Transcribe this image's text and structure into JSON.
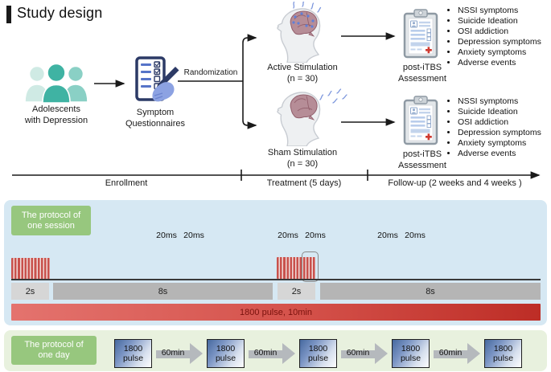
{
  "title": "Study design",
  "flow": {
    "population": "Adolescents\nwith Depression",
    "questionnaires": "Symptom\nQuestionnaires",
    "randomization": "Randomization",
    "active_arm": {
      "name": "Active Stimulation",
      "n": "(n = 30)"
    },
    "sham_arm": {
      "name": "Sham Stimulation",
      "n": "(n = 30)"
    },
    "assessment": "post-iTBS\nAssessment",
    "outcomes": [
      "NSSI symptoms",
      "Suicide Ideation",
      "OSI addiction",
      "Depression symptoms",
      "Anxiety symptoms",
      "Adverse events"
    ]
  },
  "timeline": {
    "phases": [
      "Enrollment",
      "Treatment (5 days)",
      "Follow-up (2 weeks and 4 weeks )"
    ]
  },
  "session_protocol": {
    "label": "The protocol of\none session",
    "tick_label": "20ms",
    "burst_duration": "2s",
    "interval_duration": "8s",
    "total": "1800 pulse, 10min"
  },
  "day_protocol": {
    "label": "The protocol of\none day",
    "pulse": "1800\npulse",
    "interval": "60min",
    "sessions": 5
  },
  "colors": {
    "session_panel_bg": "#d6e8f3",
    "day_panel_bg": "#e8f1de",
    "label_green": "#97c77e",
    "tick_red": "#c9514c",
    "pulse_bar_left": "#e4736e",
    "pulse_bar_right": "#bd2d26",
    "teal_icon": "#3fb3a3",
    "navy_icon": "#2c3a66",
    "day_box_blue": "#46699f"
  }
}
